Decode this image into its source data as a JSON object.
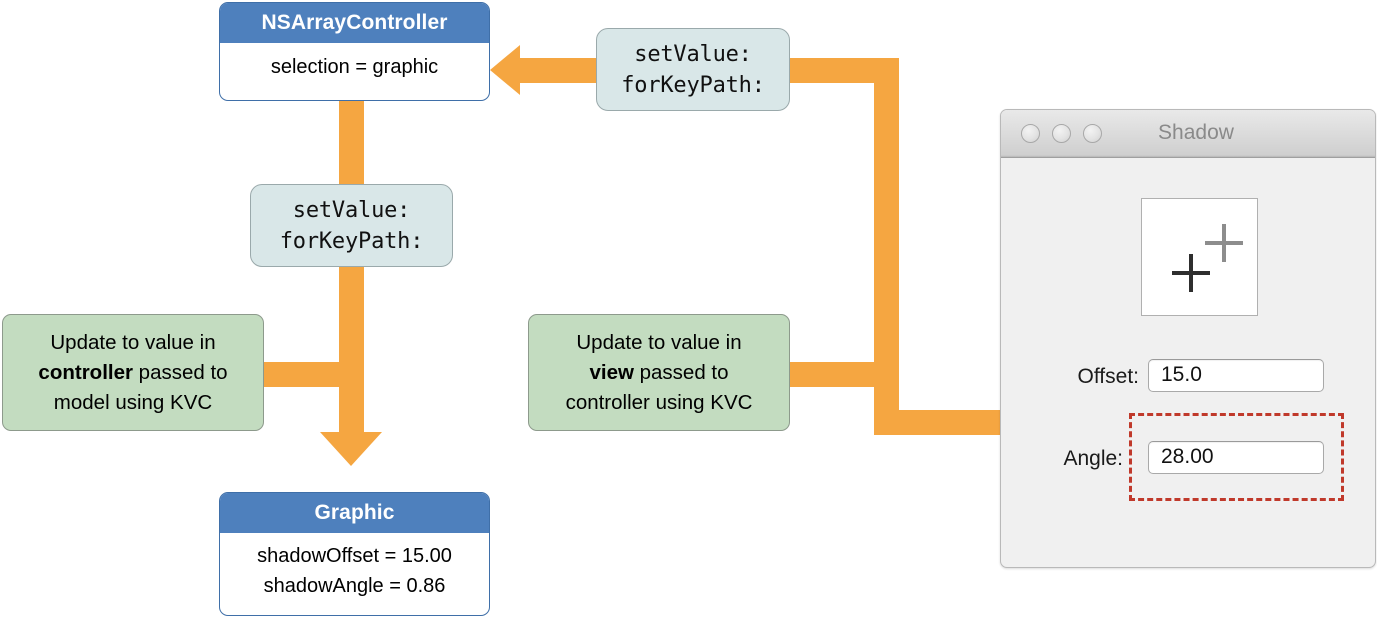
{
  "diagram": {
    "nodes": {
      "array_controller": {
        "title": "NSArrayController",
        "body": "selection = graphic"
      },
      "graphic": {
        "title": "Graphic",
        "line1": "shadowOffset = 15.00",
        "line2": "shadowAngle = 0.86"
      },
      "message_left": {
        "line1": "setValue:",
        "line2": "forKeyPath:"
      },
      "message_top": {
        "line1": "setValue:",
        "line2": "forKeyPath:"
      },
      "note_controller": {
        "line1": "Update to value in",
        "line2_bold": "controller",
        "line2_rest": " passed to",
        "line3": "model using KVC"
      },
      "note_view": {
        "line1": "Update to value in",
        "line2_bold": "view",
        "line2_rest": " passed to",
        "line3": "controller using KVC"
      }
    },
    "colors": {
      "connector": "#f5a641",
      "class_header": "#4e80bd",
      "note_fill": "#c3dcc0",
      "message_fill": "#d9e7e8",
      "highlight": "#c0392b"
    }
  },
  "window": {
    "title": "Shadow",
    "traffic_lights": [
      "close-button",
      "minimize-button",
      "zoom-button"
    ],
    "preview": {
      "shadow_marker": "plus-shadow",
      "main_marker": "plus-main"
    },
    "fields": [
      {
        "label": "Offset:",
        "value": "15.0",
        "highlighted": false
      },
      {
        "label": "Angle:",
        "value": "28.00",
        "highlighted": true
      }
    ]
  }
}
